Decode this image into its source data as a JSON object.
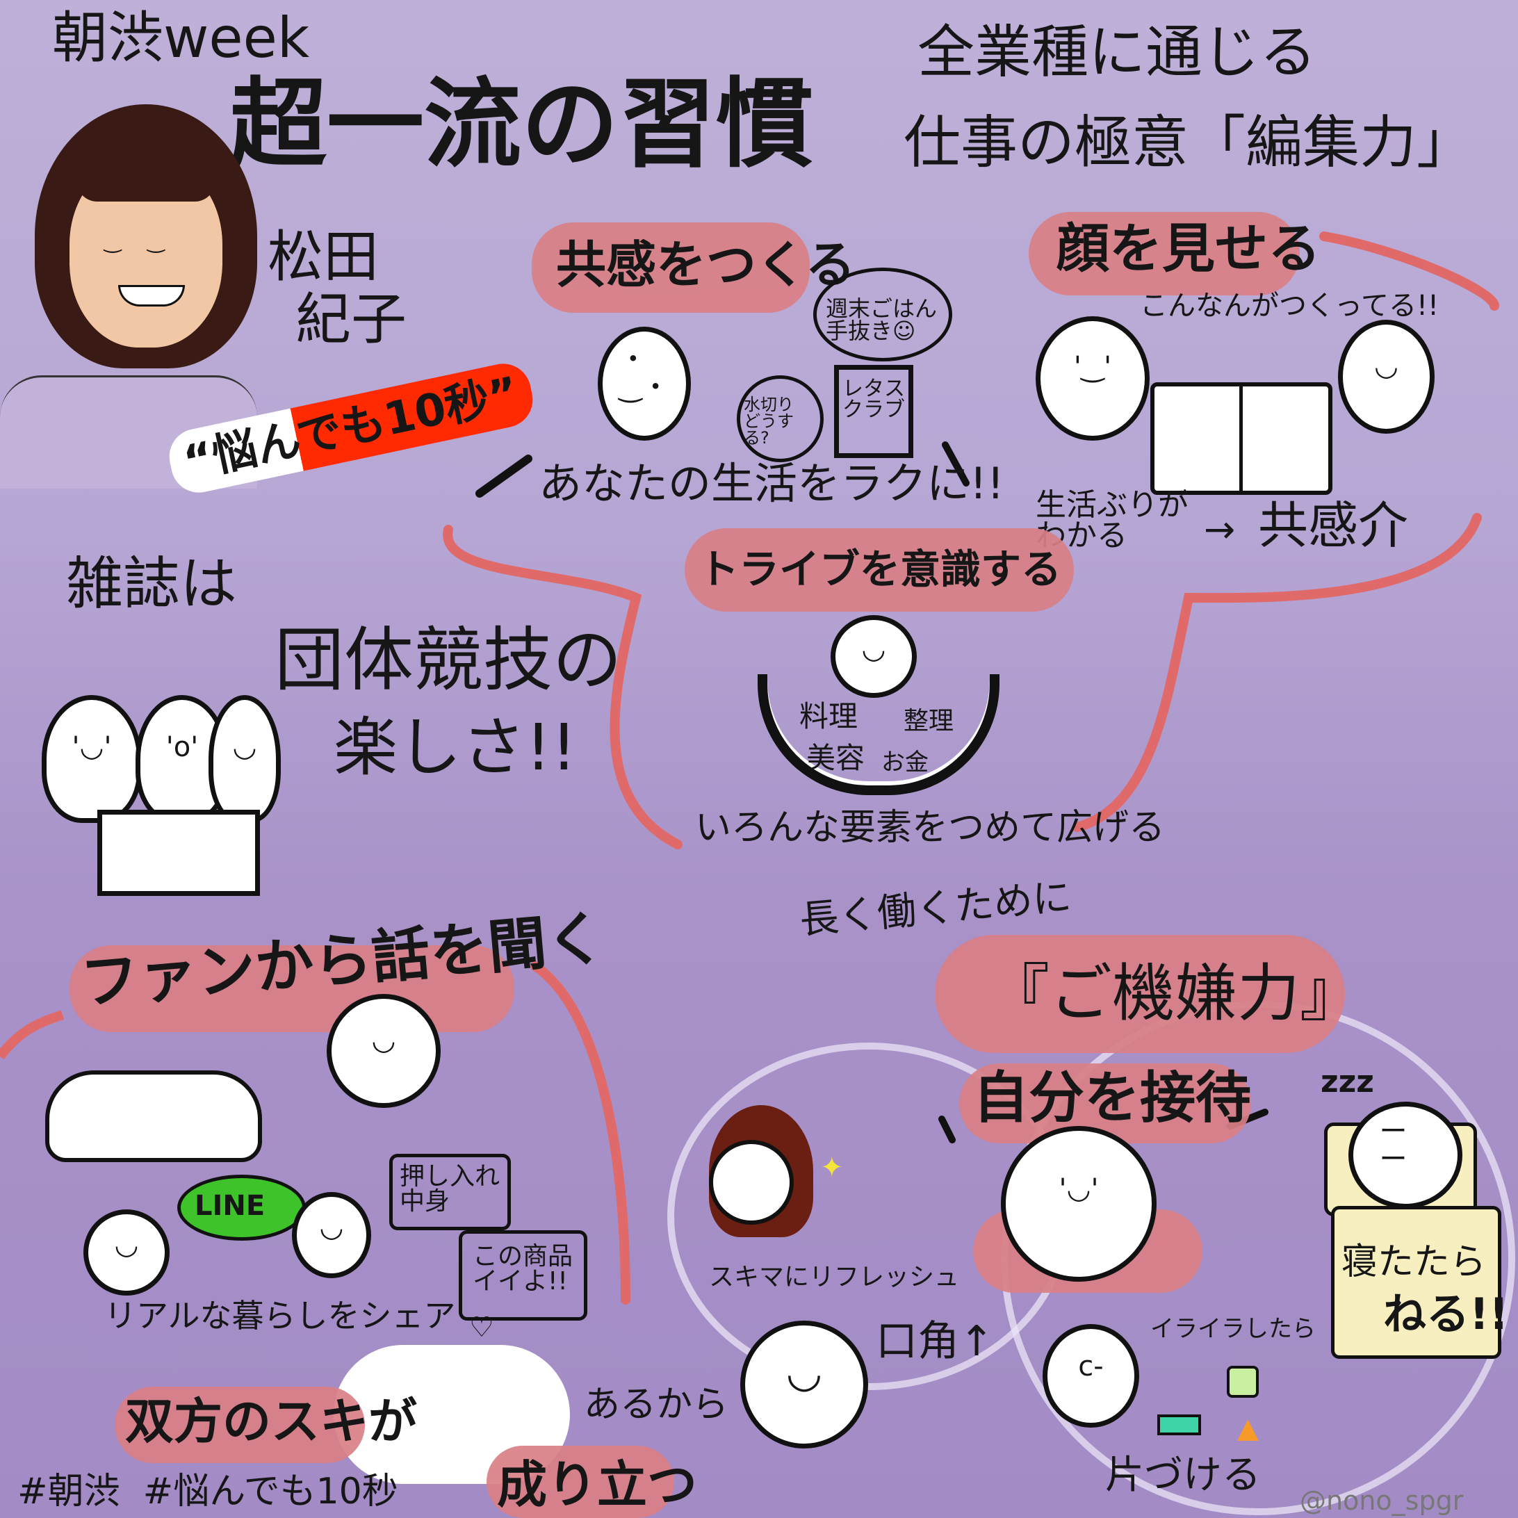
{
  "header": {
    "event": "朝渋week",
    "title": "超一流の習慣",
    "subtitle_line1": "全業種に通じる",
    "subtitle_line2": "仕事の極意「編集力」"
  },
  "speaker": {
    "name_line1": "松田",
    "name_line2": "紀子",
    "catchphrase": "“悩んでも10秒”"
  },
  "section_empathy": {
    "heading": "共感をつくる",
    "bubble_top": "週末ごはん 手抜き☺",
    "bubble_left": "水切り どうする?",
    "magazine": "レタス クラブ",
    "caption": "あなたの生活をラクに!!"
  },
  "section_face": {
    "heading": "顔を見せる",
    "caption_top": "こんなんがつくってる!!",
    "caption_bottom": "生活ぶりが わかる",
    "arrow": "→",
    "result": "共感介"
  },
  "section_magazine": {
    "line1": "雑誌は",
    "line2": "団体競技の",
    "line3": "楽しさ!!"
  },
  "section_tribe": {
    "heading": "トライブを意識する",
    "items": [
      "料理",
      "整理",
      "美容",
      "お金"
    ],
    "caption": "いろんな要素をつめて広げる"
  },
  "section_fan": {
    "heading": "ファンから話を聞く",
    "line_badge": "LINE",
    "bubble1": "押し入れ 中身",
    "bubble2": "この商品 イイよ!!",
    "caption": "リアルな暮らしをシェア",
    "both_like": "双方のスキが",
    "because": "あるから",
    "established": "成り立つ"
  },
  "section_mood": {
    "pre": "長く働くために",
    "heading": "『ご機嫌力』",
    "sub_heading": "自分を接待",
    "refresh": "スキマにリフレッシュ",
    "smile": "口角↑",
    "irritated": "イライラしたら",
    "tidy": "片づける",
    "zzz": "zzz",
    "sleep_line1": "寝たたら",
    "sleep_line2": "ねる!!"
  },
  "footer": {
    "hashtags": "#朝渋  #悩んでも10秒",
    "credit": "@nono_spgr"
  },
  "colors": {
    "accent_pink": "#d97f86",
    "line_green": "#3ec42a",
    "highlight_red": "#ff2a00",
    "sleep_yellow": "#f7efbf"
  }
}
